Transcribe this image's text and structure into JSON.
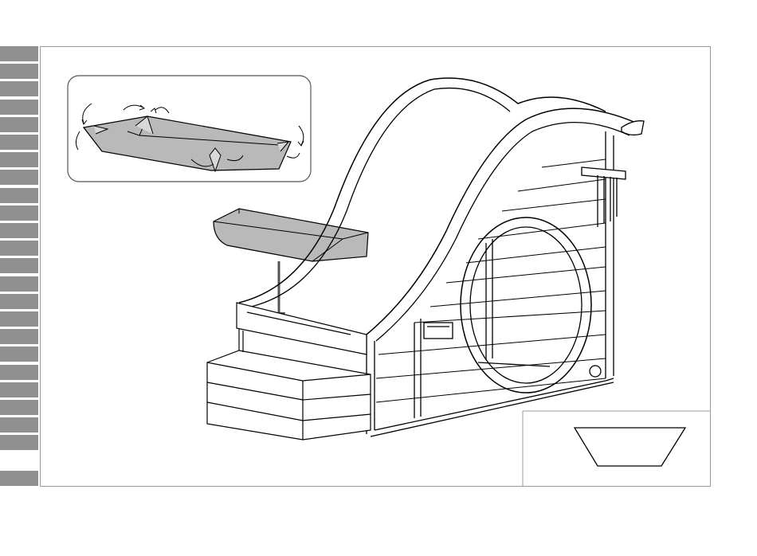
{
  "diagram": {
    "steps": [
      {
        "label": "fold-liner-inset",
        "description_visible": false
      },
      {
        "label": "insert-liner-into-planter",
        "description_visible": false
      }
    ],
    "side_tab_count": 24,
    "active_tab_index": 23
  },
  "colors": {
    "tab_fill": "#8f8f8f",
    "frame_border": "#9a9a9a",
    "liner_fill": "#b9b9b9",
    "line": "#000000",
    "inset_border": "#555555"
  }
}
